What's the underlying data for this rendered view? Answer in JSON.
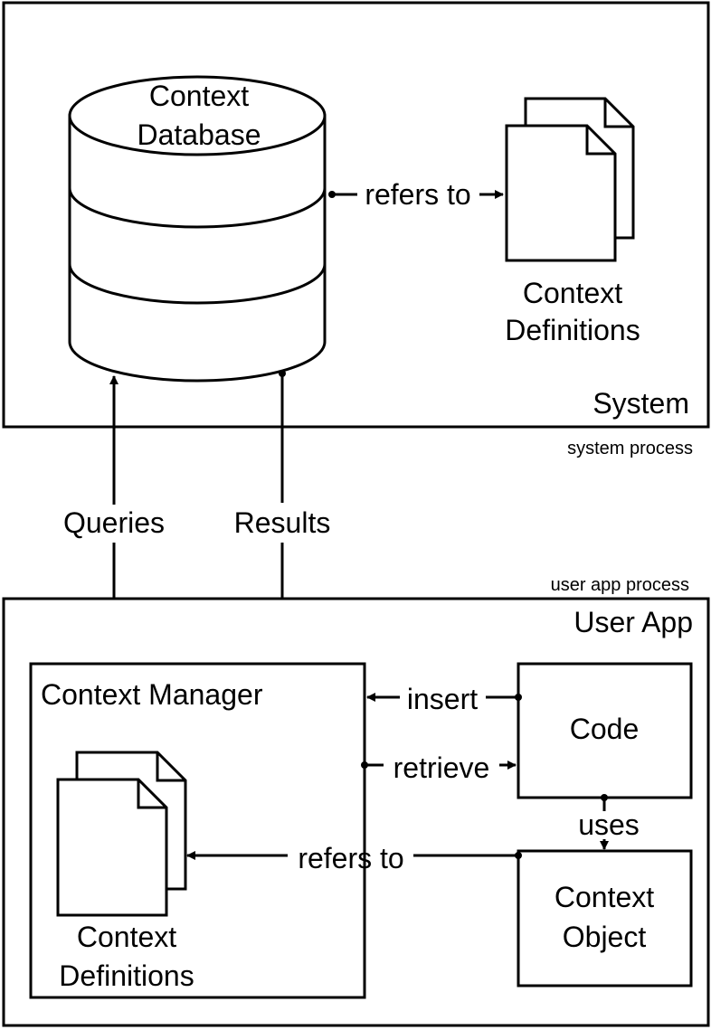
{
  "system": {
    "label": "System",
    "process_label": "system process",
    "database_label_line1": "Context",
    "database_label_line2": "Database",
    "definitions_label_line1": "Context",
    "definitions_label_line2": "Definitions",
    "refers_to": "refers to"
  },
  "interprocess": {
    "queries": "Queries",
    "results": "Results"
  },
  "user_app": {
    "label": "User App",
    "process_label": "user app process",
    "manager_label": "Context Manager",
    "definitions_label_line1": "Context",
    "definitions_label_line2": "Definitions",
    "code_label": "Code",
    "object_label_line1": "Context",
    "object_label_line2": "Object",
    "insert": "insert",
    "retrieve": "retrieve",
    "uses": "uses",
    "refers_to": "refers to"
  }
}
